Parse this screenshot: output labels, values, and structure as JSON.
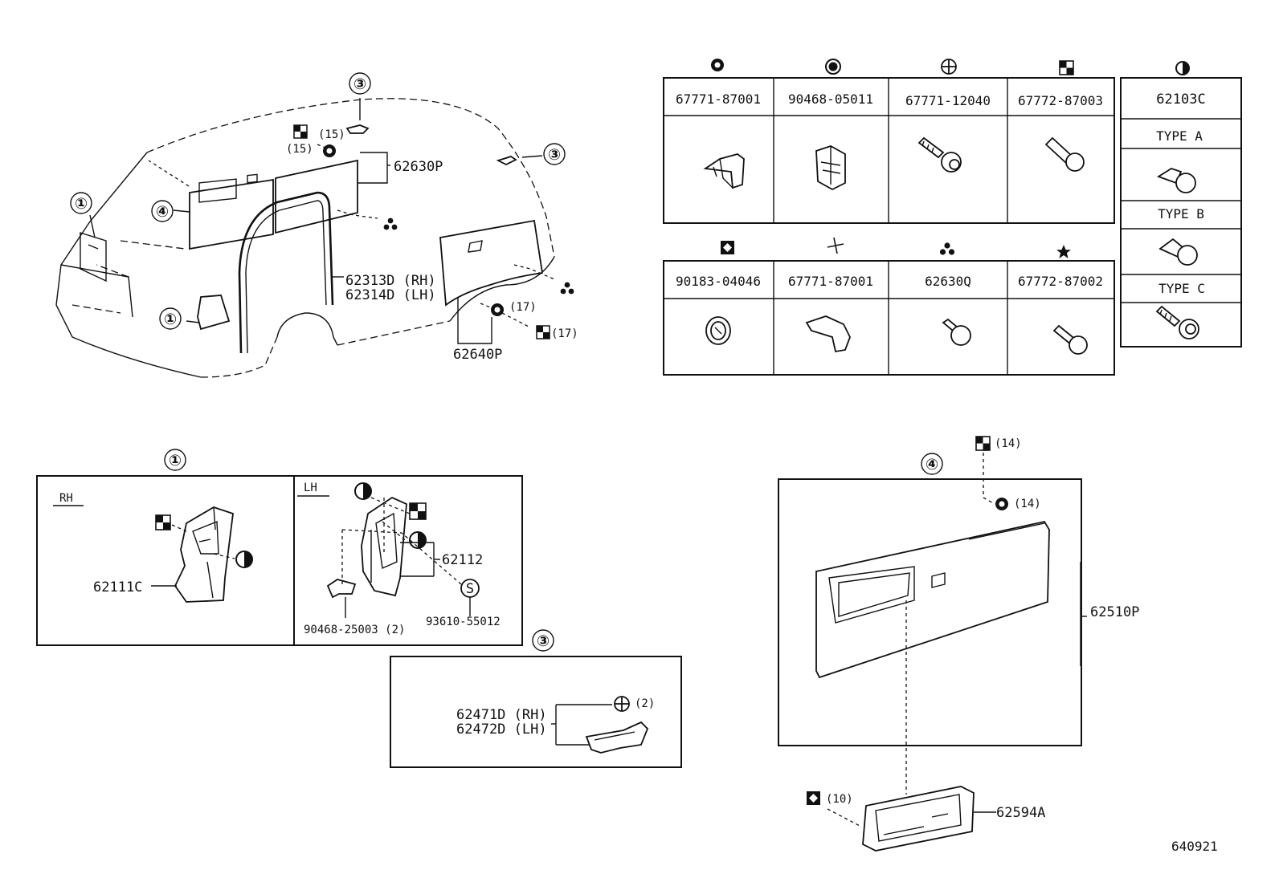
{
  "diagram_code": "640921",
  "clip_table_top": [
    {
      "icon": "clip-type-ring-dot-icon",
      "part": "67771-87001"
    },
    {
      "icon": "clip-type-solid-ring-icon",
      "part": "90468-05011"
    },
    {
      "icon": "clip-type-circle-plus-icon",
      "part": "67771-12040"
    },
    {
      "icon": "clip-type-checker-square-icon",
      "part": "67772-87003"
    }
  ],
  "clip_table_bottom": [
    {
      "icon": "clip-type-square-diamond-icon",
      "part": "90183-04046"
    },
    {
      "icon": "clip-type-pinwheel-icon",
      "part": "67771-87001"
    },
    {
      "icon": "clip-type-three-dots-icon",
      "part": "62630Q"
    },
    {
      "icon": "clip-type-star-icon",
      "part": "67772-87002"
    }
  ],
  "clip_table_side": {
    "icon": "clip-type-half-circle-icon",
    "part": "62103C",
    "types": [
      "TYPE A",
      "TYPE B",
      "TYPE C"
    ]
  },
  "overview": {
    "callouts": [
      "①",
      "①",
      "③",
      "③",
      "④"
    ],
    "labels": {
      "panel_upper": "62630P",
      "strip_rh": "62313D (RH)",
      "strip_lh": "62314D (LH)",
      "panel_lower": "62640P",
      "qty_15a": "(15)",
      "qty_15b": "(15)",
      "qty_17a": "(17)",
      "qty_17b": "(17)"
    }
  },
  "detail_1": {
    "callout": "①",
    "rh_label": "RH",
    "lh_label": "LH",
    "rh_part": "62111C",
    "lh_part": "62112",
    "clip_part": "90468-25003 (2)",
    "screw_part": "93610-55012",
    "screw_letter": "S"
  },
  "detail_3": {
    "callout": "③",
    "part_rh": "62471D (RH)",
    "part_lh": "62472D (LH)",
    "qty": "(2)"
  },
  "detail_4": {
    "callout": "④",
    "qty_14a": "(14)",
    "qty_14b": "(14)",
    "panel_part": "62510P",
    "pocket_part": "62594A",
    "qty_10": "(10)"
  }
}
